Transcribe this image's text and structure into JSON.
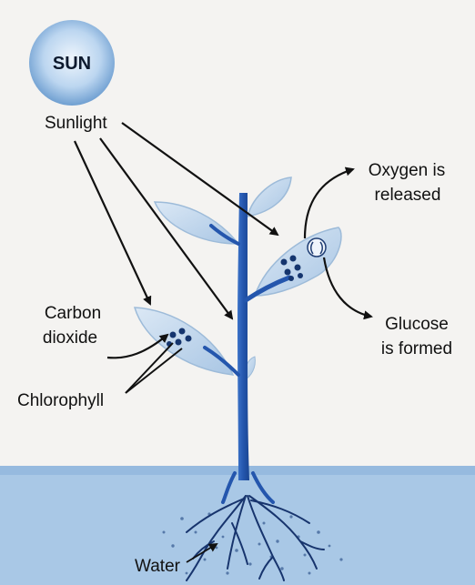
{
  "diagram": {
    "sun_label": "SUN",
    "sunlight_label": "Sunlight",
    "oxygen_label_line1": "Oxygen is",
    "oxygen_label_line2": "released",
    "glucose_label_line1": "Glucose",
    "glucose_label_line2": "is formed",
    "carbon_label_line1": "Carbon",
    "carbon_label_line2": "dioxide",
    "chlorophyll_label": "Chlorophyll",
    "water_label": "Water"
  },
  "colors": {
    "sun_core": "#d9e8f7",
    "sun_edge": "#6f9fd1",
    "leaf": "#c9dcee",
    "leaf_edge": "#9dbbd9",
    "stem": "#2b5fb5",
    "soil": "#a8c7e6",
    "chlorophyll_dots": "#15356e",
    "arrow": "#111111"
  }
}
